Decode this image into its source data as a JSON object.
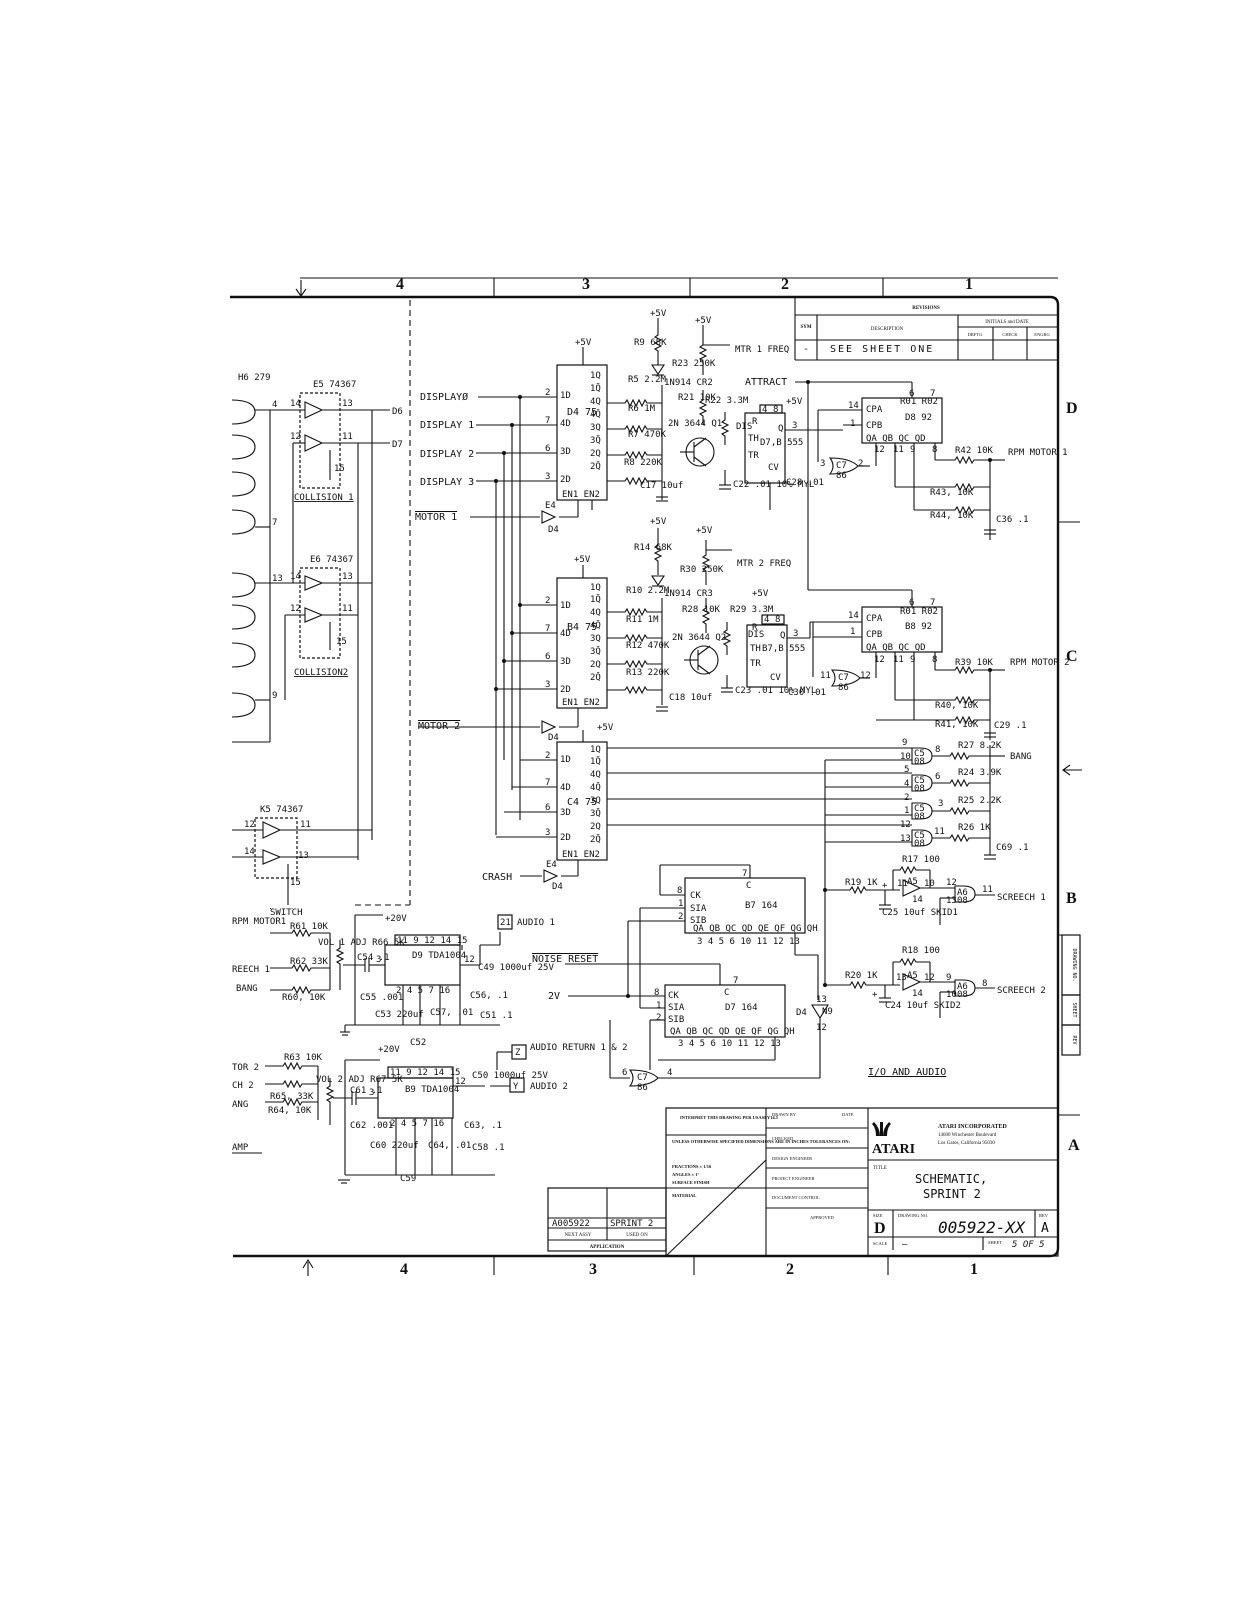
{
  "zones_top": [
    "4",
    "3",
    "2",
    "1"
  ],
  "zones_bottom": [
    "4",
    "3",
    "2",
    "1"
  ],
  "rows_right": [
    "D",
    "C",
    "B",
    "A"
  ],
  "revisions": {
    "title": "REVISIONS",
    "col_sym": "SYM",
    "col_desc": "DESCRIPTION",
    "col_initials": "INITIALS and DATE",
    "col_drftg": "DRFTG",
    "col_check": "CHECK",
    "col_engrg": "ENGRG",
    "row_sym": "-",
    "row_desc": "SEE SHEET ONE"
  },
  "signals": {
    "display0": "DISPLAYØ",
    "display1": "DISPLAY 1",
    "display2": "DISPLAY 2",
    "display3": "DISPLAY 3",
    "motor1": "MOTOR 1",
    "motor2": "MOTOR 2",
    "crash": "CRASH",
    "attract": "ATTRACT",
    "d6": "D6",
    "d7": "D7",
    "collision1": "COLLISION 1",
    "collision2": "COLLISION2",
    "switch": "SWITCH",
    "rpm_motor1": "RPM MOTOR 1",
    "rpm_motor2": "RPM MOTOR 2",
    "bang": "BANG",
    "screech1": "SCREECH 1",
    "screech2": "SCREECH 2",
    "noise_reset": "NOISE RESET",
    "v2": "2V",
    "audio1": "AUDIO 1",
    "audio2": "AUDIO 2",
    "audio_return": "AUDIO RETURN 1 & 2",
    "plus5v": "+5V",
    "plus20v": "+20V",
    "mtr1_freq": "MTR 1 FREQ",
    "mtr2_freq": "MTR 2 FREQ",
    "io_audio": "I/O AND AUDIO"
  },
  "chips": {
    "h6": "H6 279",
    "e5": "E5 74367",
    "e6": "E6 74367",
    "k5": "K5 74367",
    "d4": "D4 75",
    "b4": "B4 75",
    "c4": "C4 75",
    "d7b": "D7,B 555",
    "b7b": "B7,B 555",
    "d8": "D8 92",
    "b8": "B8 92",
    "b7": "B7 164",
    "d7": "D7 164",
    "d9": "D9 TDA1004",
    "b9": "B9 TDA1004",
    "q1": "2N 3644 Q1",
    "q2": "2N 3644 Q2"
  },
  "parts": {
    "r9": "R9 68K",
    "r14": "R14 68K",
    "r5": "R5 2.2M",
    "r6": "R6 1M",
    "r7": "R7 470K",
    "r8": "R8 220K",
    "r10": "R10 2.2M",
    "r11": "R11 1M",
    "r12": "R12 470K",
    "r13": "R13 220K",
    "r21": "R21 10K",
    "r28": "R28 10K",
    "r22": "R22 3.3M",
    "r29": "R29 3.3M",
    "r23": "R23 250K",
    "r30": "R30 250K",
    "cr2": "1N914 CR2",
    "cr3": "1N914 CR3",
    "c17": "C17 10uf",
    "c18": "C18 10uf",
    "c22": "C22 .01 10% MYL",
    "c23": "C23 .01 10% MYL",
    "c28": "C28 .01",
    "c30": "C30 .01",
    "r42": "R42 10K",
    "r43": "R43, 10K",
    "r44": "R44, 10K",
    "c36": "C36 .1",
    "r39": "R39 10K",
    "r40": "R40, 10K",
    "r41": "R41, 10K",
    "c29": "C29 .1",
    "r27": "R27 8.2K",
    "r24": "R24 3.9K",
    "r25": "R25 2.2K",
    "r26": "R26 1K",
    "c69": "C69 .1",
    "r17": "R17 100",
    "r18": "R18 100",
    "r19": "R19 1K",
    "r20": "R20 1K",
    "c25": "C25 10uf SKID1",
    "c24": "C24 10uf SKID2",
    "r61": "R61 10K",
    "r62": "R62 33K",
    "r60": "R60, 10K",
    "r66": "VOL 1 ADJ R66 5K",
    "r67": "VOL 2 ADJ R67 5K",
    "r63": "R63 10K",
    "r65": "R65, 33K",
    "r64": "R64, 10K",
    "c49": "C49 1000uf 25V",
    "c50": "C50 1000uf 25V",
    "c54": "C54 .1",
    "c55": "C55 .001",
    "c53": "C53 220uf",
    "c52": "C52",
    "c57": "C57, .01",
    "c56": "C56, .1",
    "c51": "C51 .1",
    "c61": "C61 .1",
    "c62": "C62 .001",
    "c60": "C60 220uf",
    "c59": "C59",
    "c64": "C64, .01",
    "c63": "C63, .1",
    "c58": "C58 .1",
    "n21": "21",
    "nz": "Z",
    "ny": "Y"
  },
  "left_labels": {
    "rpm_motor1": "RPM MOTOR1",
    "reech1": "REECH 1",
    "bang": "BANG",
    "tor2": "TOR 2",
    "ch2": "CH 2",
    "ang": "ANG",
    "amp": "AMP"
  },
  "title_block": {
    "interpret": "INTERPRET THIS DRAWING PER USASI Y14.5",
    "unless": "UNLESS OTHERWISE SPECIFIED DIMENSIONS ARE IN INCHES TOLERANCES ON:",
    "fractions": "FRACTIONS ± 1/16",
    "angles": "ANGLES ± 1°",
    "finish": "SURFACE FINISH",
    "material": "MATERIAL",
    "drawn_by": "DRAWN BY",
    "date": "DATE",
    "checked": "CHECKED",
    "design_engineer": "DESIGN ENGINEER",
    "project_engineer": "PROJECT ENGINEER",
    "document_control": "DOCUMENT CONTROL",
    "approved": "APPROVED",
    "company": "ATARI INCORPORATED",
    "address1": "14600 Winchester Boulevard",
    "address2": "Los Gatos, California 95030",
    "logo": "ATARI",
    "title_label": "TITLE",
    "title1": "SCHEMATIC,",
    "title2": "SPRINT 2",
    "size_label": "SIZE",
    "size": "D",
    "drawing_no_label": "DRAWING NO.",
    "drawing_no": "005922-XX",
    "rev_label": "REV",
    "rev": "A",
    "scale_label": "SCALE",
    "scale": "—",
    "sheet_label": "SHEET",
    "sheet": "5 OF 5",
    "next_assy": "A005922",
    "used_on": "SPRINT 2",
    "next_assy_label": "NEXT ASSY",
    "used_on_label": "USED ON",
    "application": "APPLICATION"
  },
  "side_tabs": [
    "DRAWING NO.",
    "SHEET",
    "REV"
  ]
}
